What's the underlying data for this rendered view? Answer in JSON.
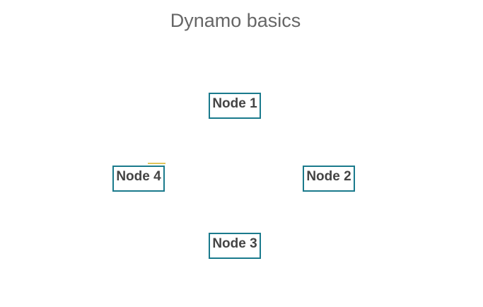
{
  "title": "Dynamo basics",
  "nodes": [
    {
      "label": "Node 1"
    },
    {
      "label": "Node 2"
    },
    {
      "label": "Node 3"
    },
    {
      "label": "Node 4"
    }
  ],
  "colors": {
    "node_border": "#1a7a8c",
    "title_text": "#666666",
    "node_text": "#444444",
    "accent_mark": "#e0c35a"
  }
}
